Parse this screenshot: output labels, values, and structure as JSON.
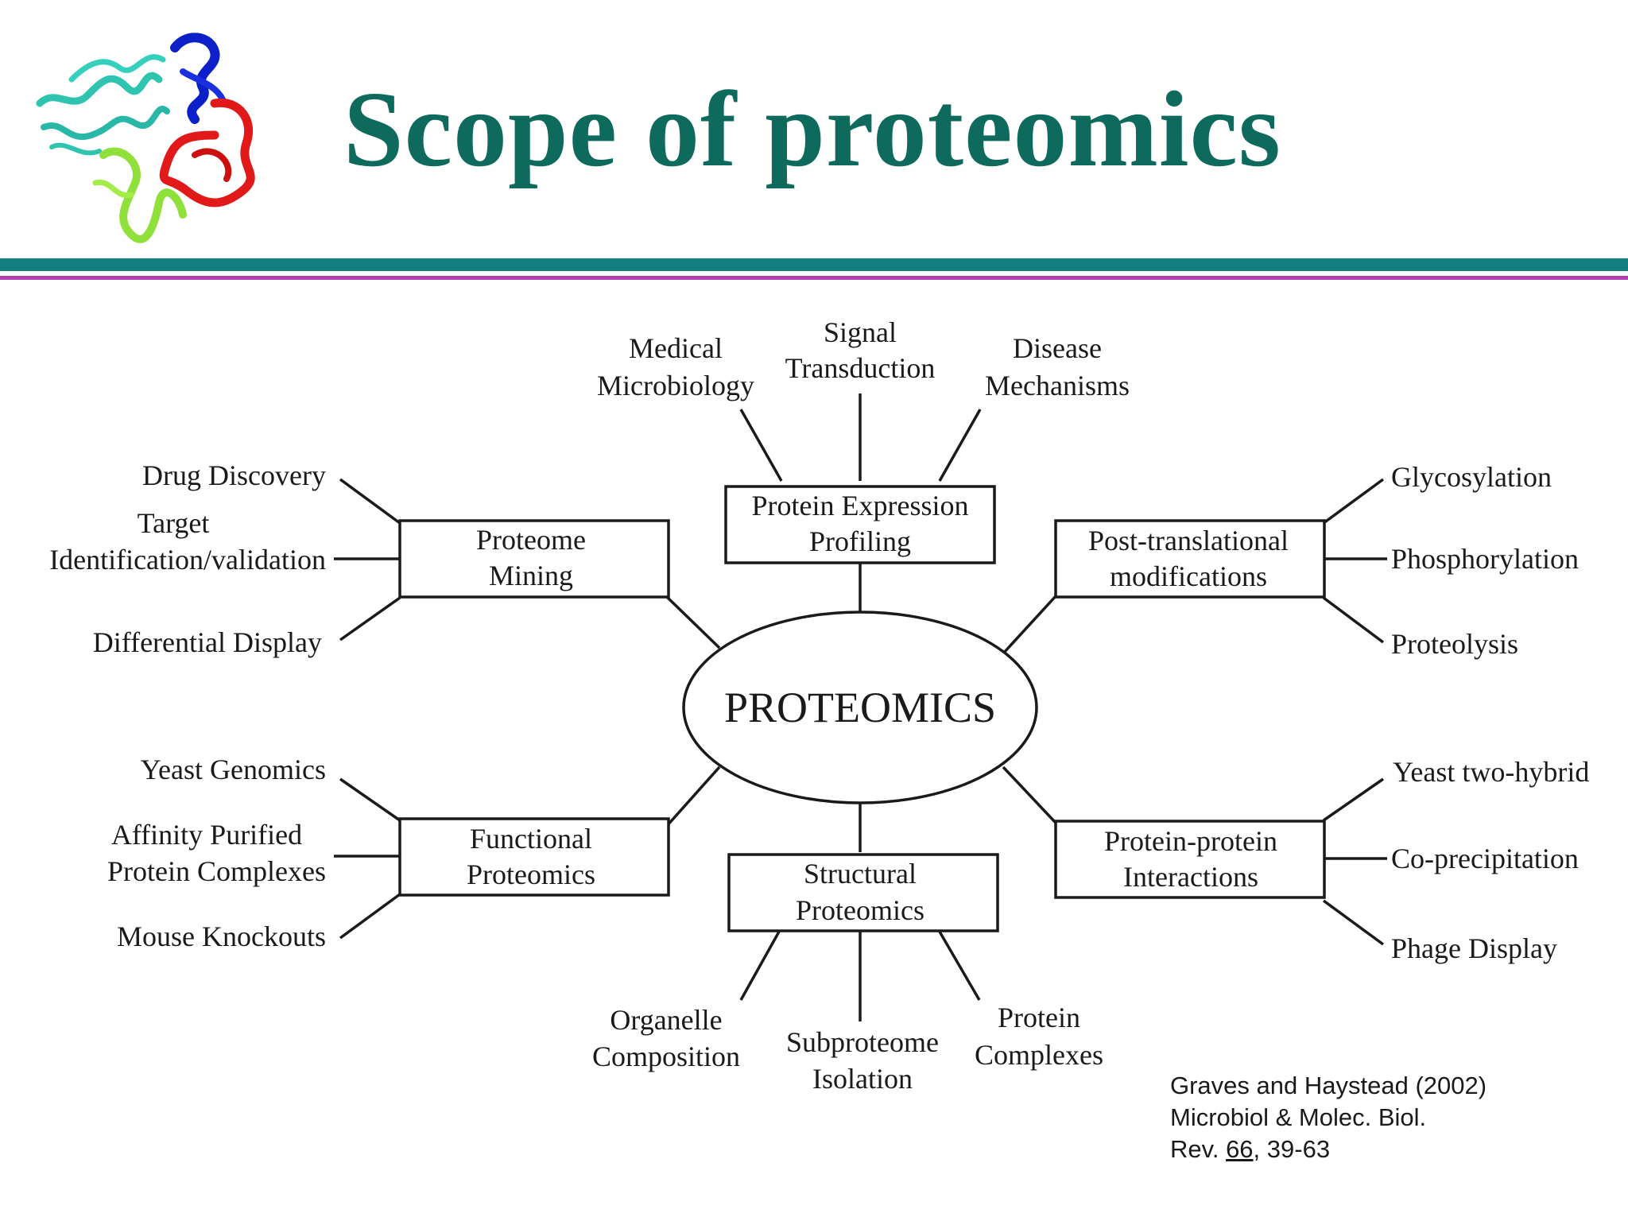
{
  "title": "Scope of proteomics",
  "colors": {
    "title": "#0f6a5e",
    "rule_teal": "#137f80",
    "rule_magenta": "#b13fb3"
  },
  "logo_icon": "protein-ribbon-structure-icon",
  "diagram": {
    "center": "PROTEOMICS",
    "hubs": {
      "protein_expression_profiling": {
        "lines": [
          "Protein Expression",
          "Profiling"
        ],
        "leaves": [
          [
            "Medical",
            "Microbiology"
          ],
          [
            "Signal",
            "Transduction"
          ],
          [
            "Disease",
            "Mechanisms"
          ]
        ]
      },
      "proteome_mining": {
        "lines": [
          "Proteome",
          "Mining"
        ],
        "leaves": [
          [
            "Drug Discovery"
          ],
          [
            "Target",
            "Identification/validation"
          ],
          [
            "Differential Display"
          ]
        ]
      },
      "post_translational_modifications": {
        "lines": [
          "Post-translational",
          "modifications"
        ],
        "leaves": [
          [
            "Glycosylation"
          ],
          [
            "Phosphorylation"
          ],
          [
            "Proteolysis"
          ]
        ]
      },
      "functional_proteomics": {
        "lines": [
          "Functional",
          "Proteomics"
        ],
        "leaves": [
          [
            "Yeast Genomics"
          ],
          [
            "Affinity Purified",
            "Protein Complexes"
          ],
          [
            "Mouse Knockouts"
          ]
        ]
      },
      "structural_proteomics": {
        "lines": [
          "Structural",
          "Proteomics"
        ],
        "leaves": [
          [
            "Organelle",
            "Composition"
          ],
          [
            "Subproteome",
            "Isolation"
          ],
          [
            "Protein",
            "Complexes"
          ]
        ]
      },
      "protein_protein_interactions": {
        "lines": [
          "Protein-protein",
          "Interactions"
        ],
        "leaves": [
          [
            "Yeast two-hybrid"
          ],
          [
            "Co-precipitation"
          ],
          [
            "Phage Display"
          ]
        ]
      }
    }
  },
  "citation": {
    "line1": "Graves and Haystead (2002)",
    "line2": "Microbiol & Molec. Biol.",
    "line3_prefix": "Rev. ",
    "volume": "66",
    "line3_suffix": ", 39-63"
  }
}
